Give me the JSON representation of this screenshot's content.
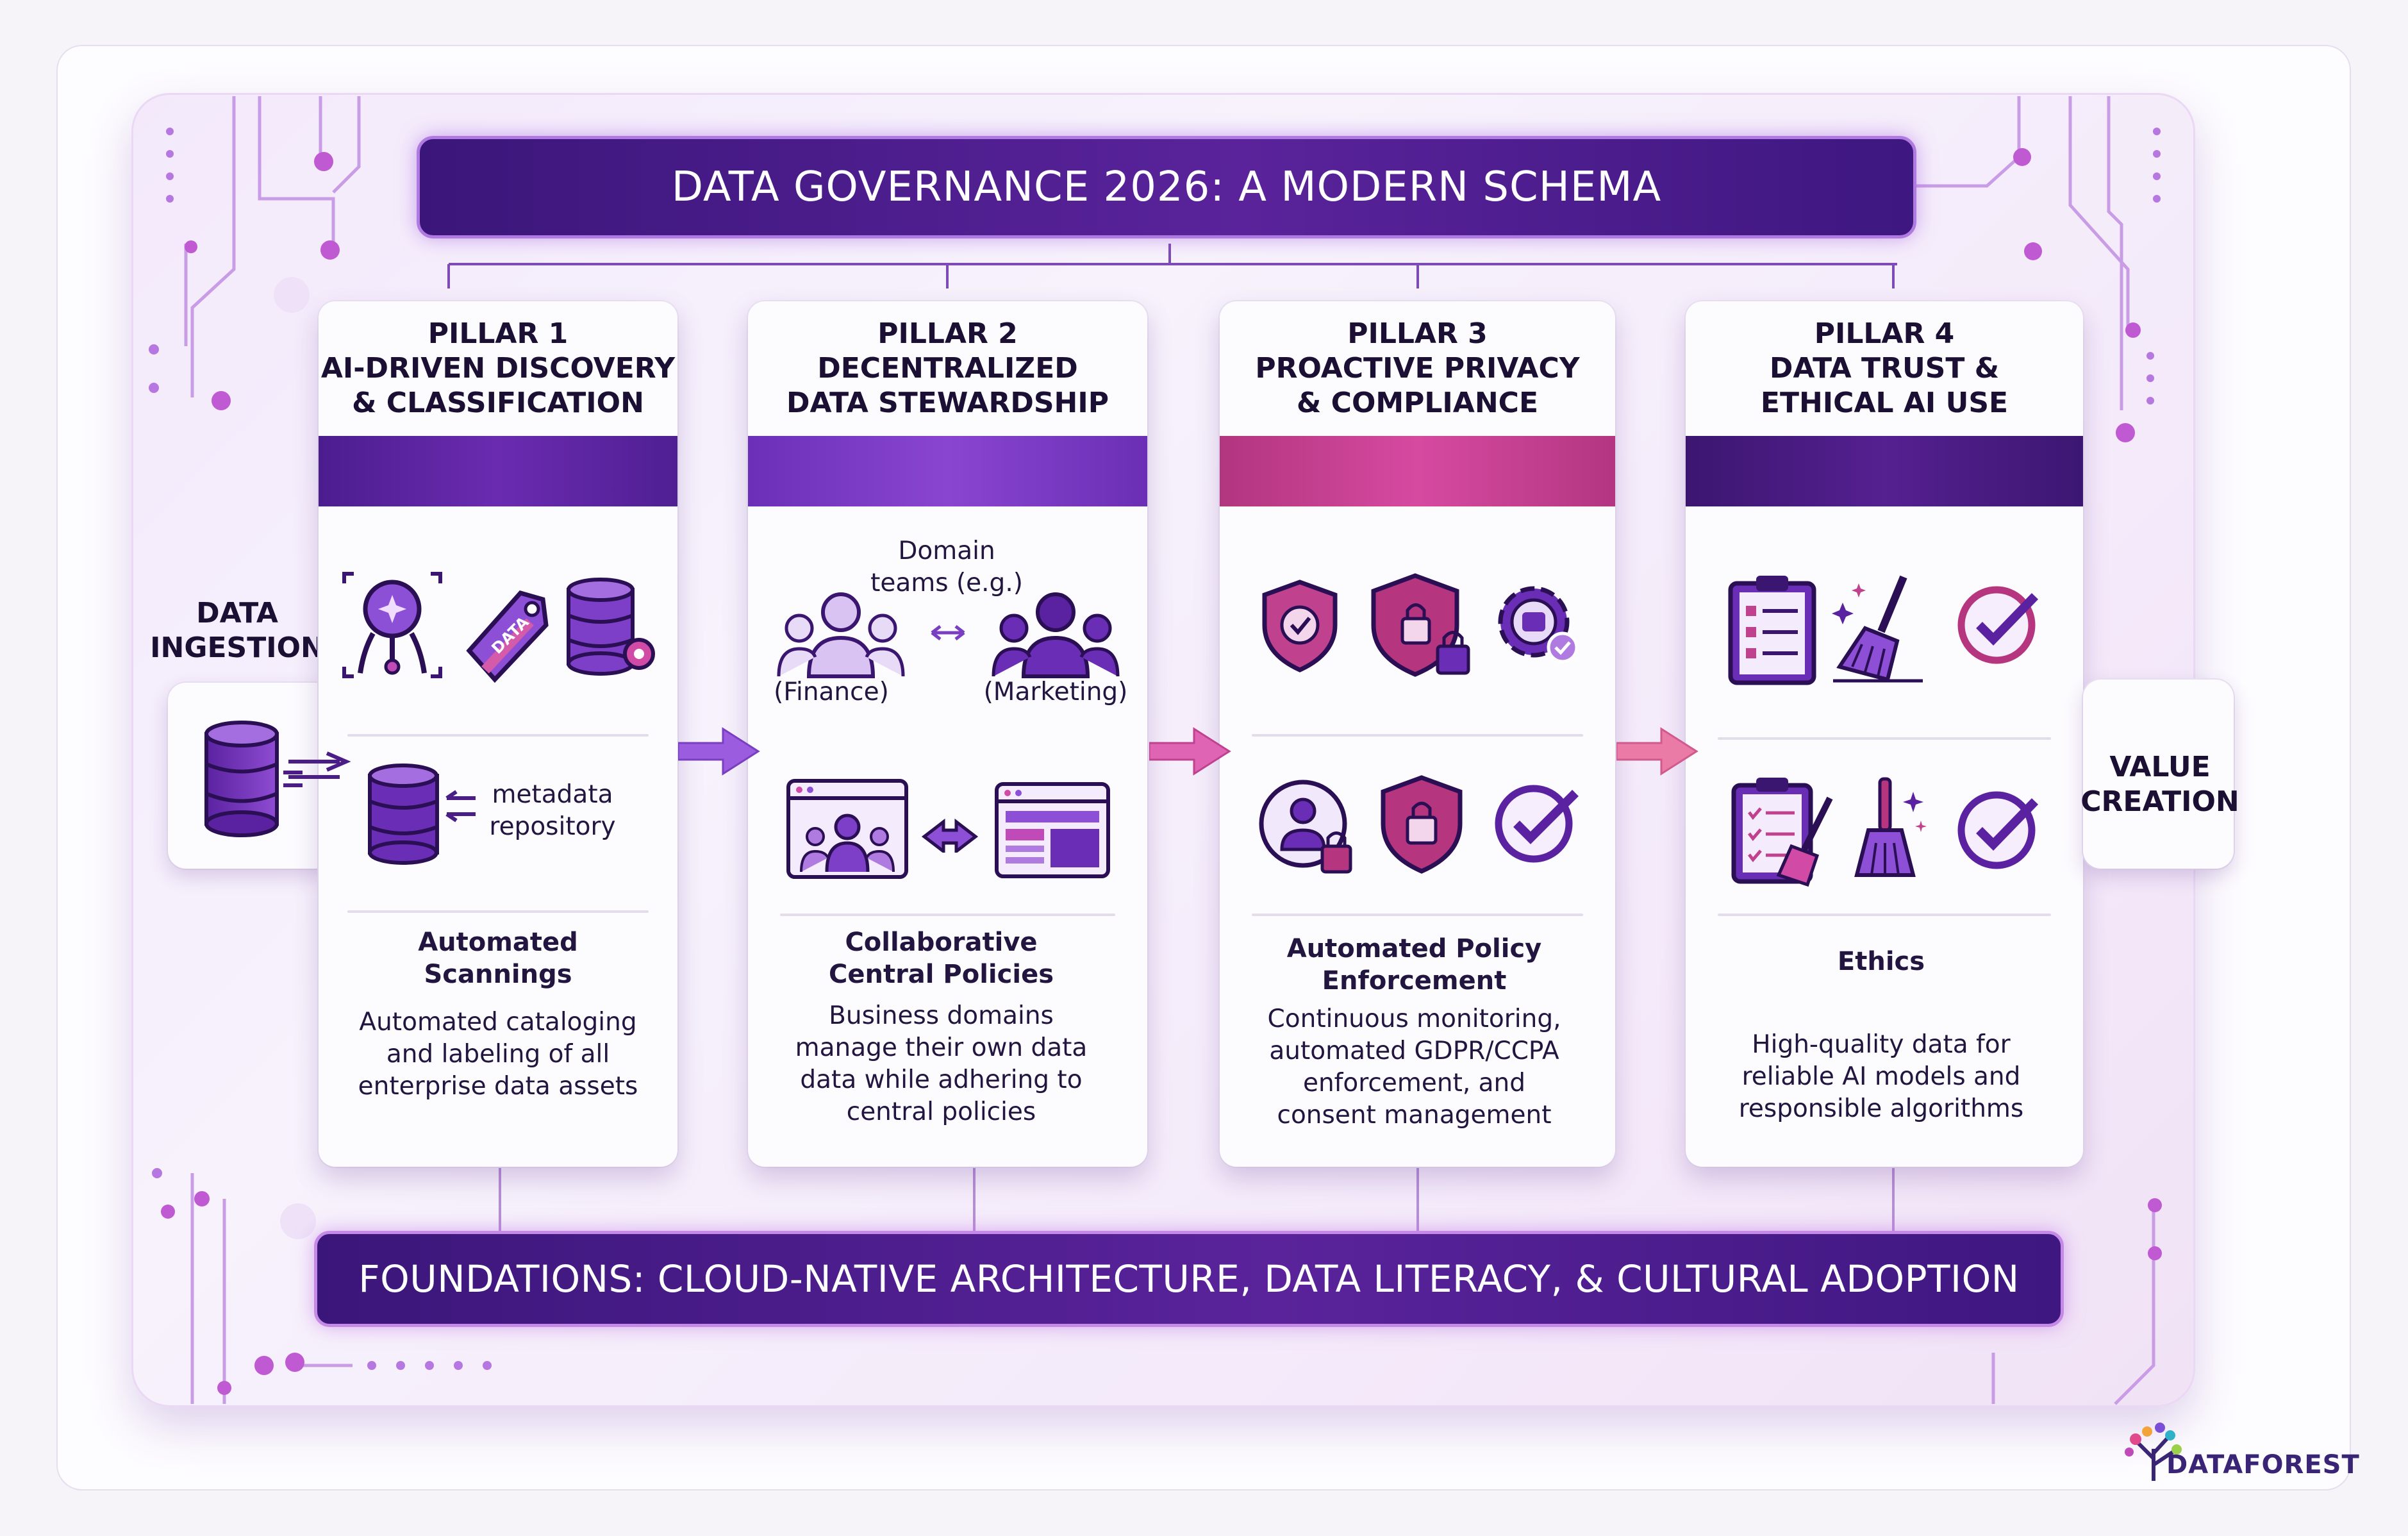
{
  "title": "DATA GOVERNANCE 2026: A MODERN SCHEMA",
  "foundation": "FOUNDATIONS: CLOUD-NATIVE ARCHITECTURE, DATA LITERACY, & CULTURAL ADOPTION",
  "input": {
    "label_line1": "DATA",
    "label_line2": "INGESTION"
  },
  "output": {
    "label_line1": "VALUE",
    "label_line2": "CREATION"
  },
  "pillars": [
    {
      "number": "PILLAR 1",
      "name_line1": "AI-DRIVEN DISCOVERY",
      "name_line2": "& CLASSIFICATION",
      "tag_text": "DATA",
      "repo_line1": "metadata",
      "repo_line2": "repository",
      "subtitle_line1": "Automated",
      "subtitle_line2": "Scannings",
      "desc": [
        "Automated cataloging",
        "and labeling of all",
        "enterprise data assets"
      ]
    },
    {
      "number": "PILLAR 2",
      "name_line1": "DECENTRALIZED",
      "name_line2": "DATA STEWARDSHIP",
      "domain_line1": "Domain",
      "domain_line2": "teams (e.g.)",
      "team_a": "(Finance)",
      "team_b": "(Marketing)",
      "subtitle_line1": "Collaborative",
      "subtitle_line2": "Central Policies",
      "desc": [
        "Business domains",
        "manage their own data",
        "data while adhering to",
        "central policies"
      ]
    },
    {
      "number": "PILLAR 3",
      "name_line1": "PROACTIVE PRIVACY",
      "name_line2": "& COMPLIANCE",
      "subtitle_line1": "Automated Policy",
      "subtitle_line2": "Enforcement",
      "desc": [
        "Continuous monitoring,",
        "automated GDPR/CCPA",
        "enforcement, and",
        "consent management"
      ]
    },
    {
      "number": "PILLAR 4",
      "name_line1": "DATA TRUST &",
      "name_line2": "ETHICAL AI USE",
      "subtitle_line1": "Ethics",
      "desc": [
        "High-quality data for",
        "reliable AI models and",
        "responsible algorithms"
      ]
    }
  ],
  "brand": "DATAFOREST",
  "colors": {
    "primary": "#4c1d8f",
    "accent_pink": "#d64aa0",
    "violet": "#8a45d0"
  }
}
